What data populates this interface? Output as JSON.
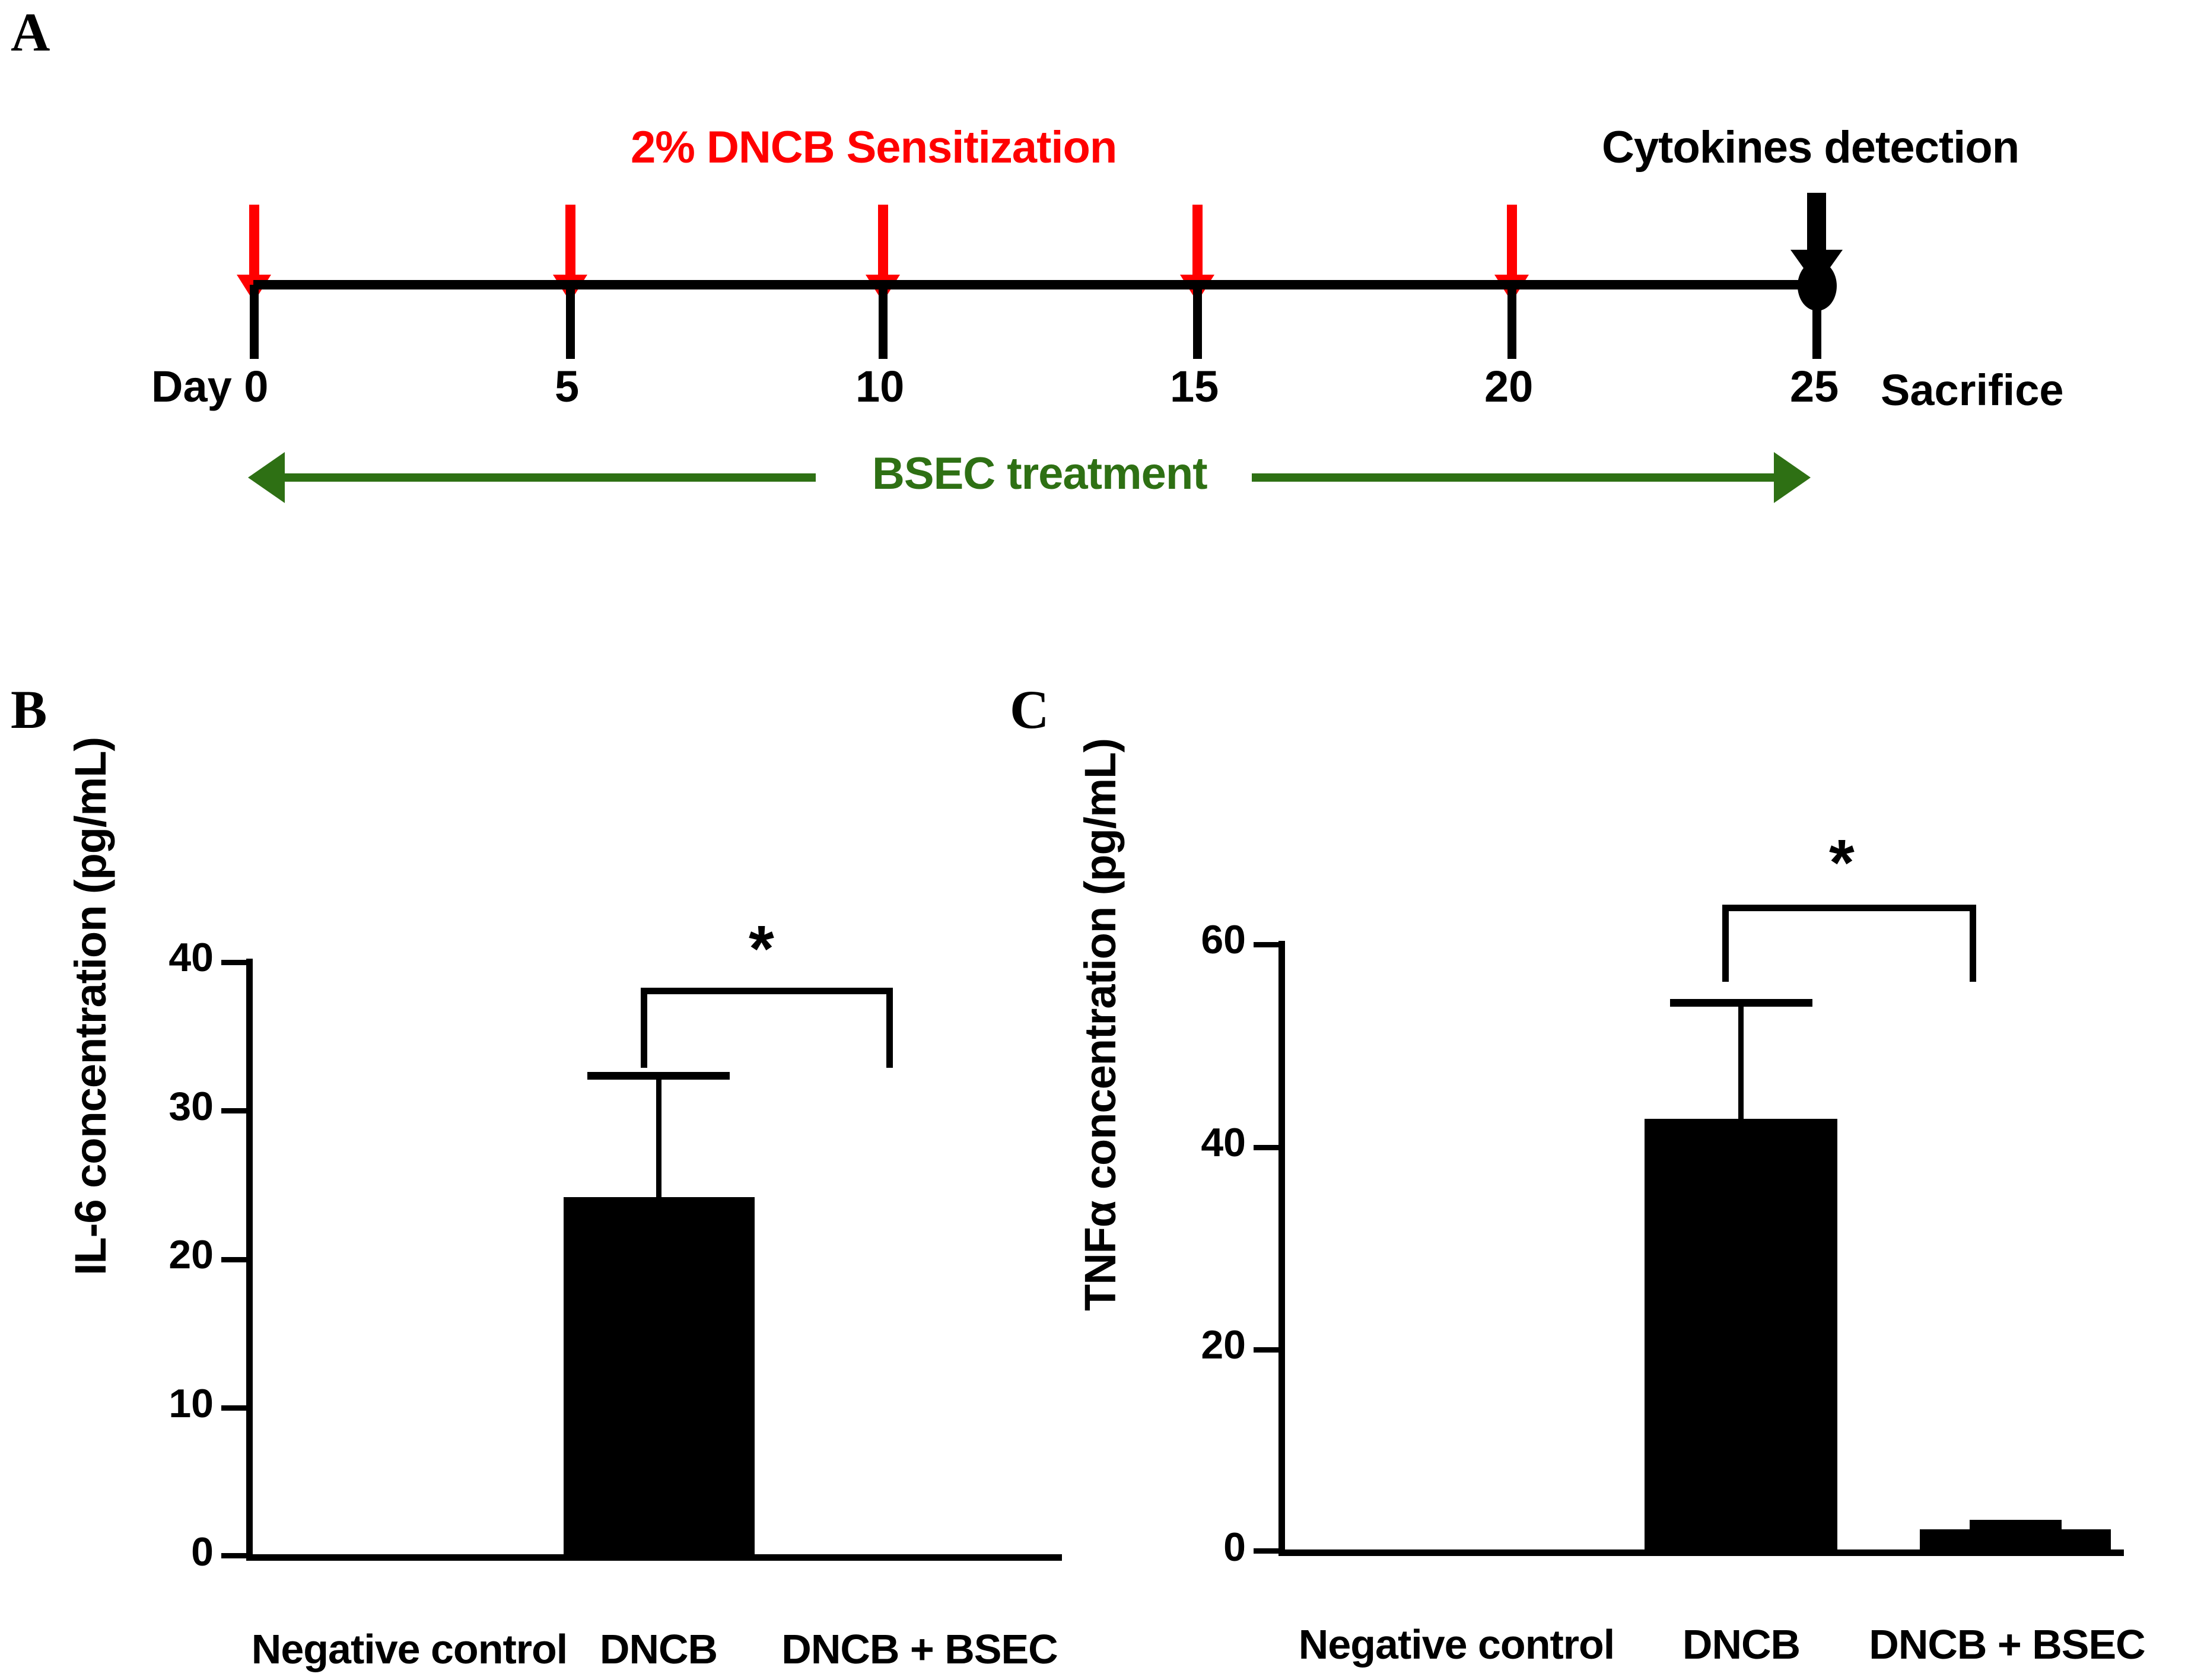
{
  "panels": {
    "a": {
      "letter": "A",
      "sensitization_label": "2% DNCB Sensitization",
      "detection_label": "Cytokines detection",
      "sacrifice_label": "Sacrifice",
      "treatment_label": "BSEC treatment",
      "day_labels": [
        "Day 0",
        "5",
        "10",
        "15",
        "20",
        "25"
      ],
      "days": [
        0,
        5,
        10,
        15,
        20,
        25
      ],
      "sensitization_days": [
        0,
        5,
        10,
        15,
        20
      ],
      "detection_day": 25,
      "colors": {
        "sensitization": "#FF0000",
        "treatment": "#2E7014",
        "axis": "#000000"
      }
    },
    "b": {
      "letter": "B"
    },
    "c": {
      "letter": "C"
    }
  },
  "chart_data": [
    {
      "panel": "B",
      "type": "bar",
      "title": "",
      "xlabel": "",
      "ylabel": "IL-6 concentration (pg/mL)",
      "categories": [
        "Negative control",
        "DNCB",
        "DNCB + BSEC"
      ],
      "values": [
        0,
        24,
        0
      ],
      "errors": [
        0,
        8.2,
        0
      ],
      "yticks": [
        0,
        10,
        20,
        30,
        40
      ],
      "ytick_labels": [
        "0",
        "10",
        "20",
        "30",
        "40"
      ],
      "ylim": [
        0,
        40
      ],
      "grid": false,
      "legend": "none",
      "annotations": [
        {
          "text": "*",
          "between": [
            "DNCB",
            "DNCB + BSEC"
          ],
          "y": 38
        }
      ]
    },
    {
      "panel": "C",
      "type": "bar",
      "title": "",
      "xlabel": "",
      "ylabel": "TNFα concentration (pg/mL)",
      "categories": [
        "Negative control",
        "DNCB",
        "DNCB + BSEC"
      ],
      "values": [
        0,
        42.5,
        2
      ],
      "errors": [
        0,
        11.5,
        1
      ],
      "yticks": [
        0,
        20,
        40,
        60
      ],
      "ytick_labels": [
        "0",
        "20",
        "40",
        "60"
      ],
      "ylim": [
        0,
        60
      ],
      "grid": false,
      "legend": "none",
      "annotations": [
        {
          "text": "*",
          "between": [
            "DNCB",
            "DNCB + BSEC"
          ],
          "y": 57
        }
      ]
    }
  ]
}
